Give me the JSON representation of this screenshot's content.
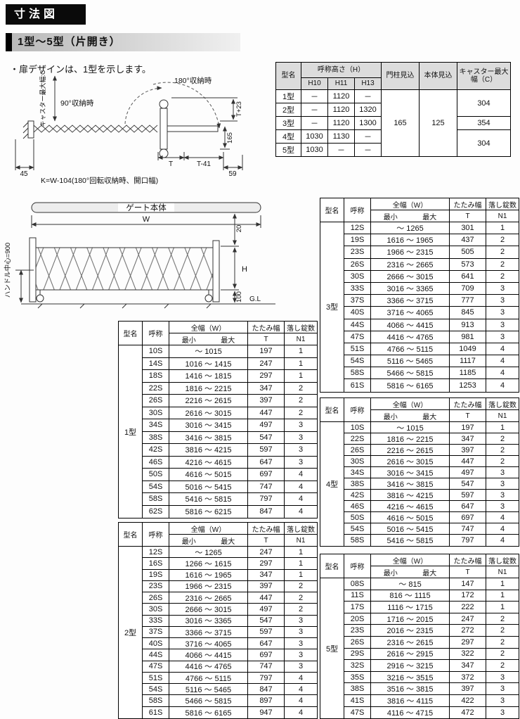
{
  "page": {
    "title": "寸法図",
    "subtitle": "1型～5型（片開き）",
    "note": "・扉デザインは、1型を示します。"
  },
  "diagram_plan": {
    "label_180": "180°収納時",
    "label_90": "90°収納時",
    "caster_label": "キャスター最大幅:C",
    "dim_t23": "T+23",
    "dim_165": "165",
    "dim_t": "T",
    "dim_t41": "T-41",
    "dim_59": "59",
    "dim_45": "45",
    "formula": "K=W-104(180°回転収納時、開口幅)"
  },
  "diagram_gate": {
    "title": "ゲート本体",
    "dim_w": "W",
    "dim_20": "20",
    "dim_h": "H",
    "dim_100": "100",
    "gl": "G.L",
    "handle_label": "ハンドル中心=900"
  },
  "spec_table": {
    "h_model": "型名",
    "h_height": "呼称高さ（H）",
    "h_cols": [
      "H10",
      "H11",
      "H13"
    ],
    "h_post": "門柱見込",
    "h_body": "本体見込",
    "h_caster": "キャスター最大幅（C）",
    "rows": [
      {
        "model": "1型",
        "h10": "－",
        "h11": "1120",
        "h13": "－"
      },
      {
        "model": "2型",
        "h10": "－",
        "h11": "1120",
        "h13": "1320"
      },
      {
        "model": "3型",
        "h10": "－",
        "h11": "1120",
        "h13": "1300"
      },
      {
        "model": "4型",
        "h10": "1030",
        "h11": "1130",
        "h13": "－"
      },
      {
        "model": "5型",
        "h10": "1030",
        "h11": "－",
        "h13": "－"
      }
    ],
    "post_value": "165",
    "body_value": "125",
    "caster_values": [
      "304",
      "354",
      "304"
    ]
  },
  "dim_headers": {
    "model": "型名",
    "size": "呼称",
    "width": "全幅（W）",
    "min": "最小",
    "max": "最大",
    "fold": "たたみ幅",
    "t": "T",
    "locks": "落し錠数",
    "n1": "N1"
  },
  "dim_tables": [
    {
      "model": "1型",
      "rows": [
        {
          "size": "10S",
          "range": "～ 1015",
          "t": "197",
          "n1": "1"
        },
        {
          "size": "14S",
          "range": "1016 ～ 1415",
          "t": "247",
          "n1": "1"
        },
        {
          "size": "18S",
          "range": "1416 ～ 1815",
          "t": "297",
          "n1": "1"
        },
        {
          "size": "22S",
          "range": "1816 ～ 2215",
          "t": "347",
          "n1": "2"
        },
        {
          "size": "26S",
          "range": "2216 ～ 2615",
          "t": "397",
          "n1": "2"
        },
        {
          "size": "30S",
          "range": "2616 ～ 3015",
          "t": "447",
          "n1": "2"
        },
        {
          "size": "34S",
          "range": "3016 ～ 3415",
          "t": "497",
          "n1": "3"
        },
        {
          "size": "38S",
          "range": "3416 ～ 3815",
          "t": "547",
          "n1": "3"
        },
        {
          "size": "42S",
          "range": "3816 ～ 4215",
          "t": "597",
          "n1": "3"
        },
        {
          "size": "46S",
          "range": "4216 ～ 4615",
          "t": "647",
          "n1": "3"
        },
        {
          "size": "50S",
          "range": "4616 ～ 5015",
          "t": "697",
          "n1": "4"
        },
        {
          "size": "54S",
          "range": "5016 ～ 5415",
          "t": "747",
          "n1": "4"
        },
        {
          "size": "58S",
          "range": "5416 ～ 5815",
          "t": "797",
          "n1": "4"
        },
        {
          "size": "62S",
          "range": "5816 ～ 6215",
          "t": "847",
          "n1": "4"
        }
      ]
    },
    {
      "model": "2型",
      "rows": [
        {
          "size": "12S",
          "range": "～ 1265",
          "t": "247",
          "n1": "1"
        },
        {
          "size": "16S",
          "range": "1266 ～ 1615",
          "t": "297",
          "n1": "1"
        },
        {
          "size": "19S",
          "range": "1616 ～ 1965",
          "t": "347",
          "n1": "1"
        },
        {
          "size": "23S",
          "range": "1966 ～ 2315",
          "t": "397",
          "n1": "2"
        },
        {
          "size": "26S",
          "range": "2316 ～ 2665",
          "t": "447",
          "n1": "2"
        },
        {
          "size": "30S",
          "range": "2666 ～ 3015",
          "t": "497",
          "n1": "2"
        },
        {
          "size": "33S",
          "range": "3016 ～ 3365",
          "t": "547",
          "n1": "3"
        },
        {
          "size": "37S",
          "range": "3366 ～ 3715",
          "t": "597",
          "n1": "3"
        },
        {
          "size": "40S",
          "range": "3716 ～ 4065",
          "t": "647",
          "n1": "3"
        },
        {
          "size": "44S",
          "range": "4066 ～ 4415",
          "t": "697",
          "n1": "3"
        },
        {
          "size": "47S",
          "range": "4416 ～ 4765",
          "t": "747",
          "n1": "3"
        },
        {
          "size": "51S",
          "range": "4766 ～ 5115",
          "t": "797",
          "n1": "4"
        },
        {
          "size": "54S",
          "range": "5116 ～ 5465",
          "t": "847",
          "n1": "4"
        },
        {
          "size": "58S",
          "range": "5466 ～ 5815",
          "t": "897",
          "n1": "4"
        },
        {
          "size": "61S",
          "range": "5816 ～ 6165",
          "t": "947",
          "n1": "4"
        }
      ]
    },
    {
      "model": "3型",
      "rows": [
        {
          "size": "12S",
          "range": "～ 1265",
          "t": "301",
          "n1": "1"
        },
        {
          "size": "19S",
          "range": "1616 ～ 1965",
          "t": "437",
          "n1": "2"
        },
        {
          "size": "23S",
          "range": "1966 ～ 2315",
          "t": "505",
          "n1": "2"
        },
        {
          "size": "26S",
          "range": "2316 ～ 2665",
          "t": "573",
          "n1": "2"
        },
        {
          "size": "30S",
          "range": "2666 ～ 3015",
          "t": "641",
          "n1": "2"
        },
        {
          "size": "33S",
          "range": "3016 ～ 3365",
          "t": "709",
          "n1": "3"
        },
        {
          "size": "37S",
          "range": "3366 ～ 3715",
          "t": "777",
          "n1": "3"
        },
        {
          "size": "40S",
          "range": "3716 ～ 4065",
          "t": "845",
          "n1": "3"
        },
        {
          "size": "44S",
          "range": "4066 ～ 4415",
          "t": "913",
          "n1": "3"
        },
        {
          "size": "47S",
          "range": "4416 ～ 4765",
          "t": "981",
          "n1": "3"
        },
        {
          "size": "51S",
          "range": "4766 ～ 5115",
          "t": "1049",
          "n1": "4"
        },
        {
          "size": "54S",
          "range": "5116 ～ 5465",
          "t": "1117",
          "n1": "4"
        },
        {
          "size": "58S",
          "range": "5466 ～ 5815",
          "t": "1185",
          "n1": "4"
        },
        {
          "size": "61S",
          "range": "5816 ～ 6165",
          "t": "1253",
          "n1": "4"
        }
      ]
    },
    {
      "model": "4型",
      "rows": [
        {
          "size": "10S",
          "range": "～ 1015",
          "t": "197",
          "n1": "1"
        },
        {
          "size": "22S",
          "range": "1816 ～ 2215",
          "t": "347",
          "n1": "2"
        },
        {
          "size": "26S",
          "range": "2216 ～ 2615",
          "t": "397",
          "n1": "2"
        },
        {
          "size": "30S",
          "range": "2616 ～ 3015",
          "t": "447",
          "n1": "2"
        },
        {
          "size": "34S",
          "range": "3016 ～ 3415",
          "t": "497",
          "n1": "3"
        },
        {
          "size": "38S",
          "range": "3416 ～ 3815",
          "t": "547",
          "n1": "3"
        },
        {
          "size": "42S",
          "range": "3816 ～ 4215",
          "t": "597",
          "n1": "3"
        },
        {
          "size": "46S",
          "range": "4216 ～ 4615",
          "t": "647",
          "n1": "3"
        },
        {
          "size": "50S",
          "range": "4616 ～ 5015",
          "t": "697",
          "n1": "4"
        },
        {
          "size": "54S",
          "range": "5016 ～ 5415",
          "t": "747",
          "n1": "4"
        },
        {
          "size": "58S",
          "range": "5416 ～ 5815",
          "t": "797",
          "n1": "4"
        }
      ]
    },
    {
      "model": "5型",
      "rows": [
        {
          "size": "08S",
          "range": "～ 815",
          "t": "147",
          "n1": "1"
        },
        {
          "size": "11S",
          "range": "816 ～ 1115",
          "t": "172",
          "n1": "1"
        },
        {
          "size": "17S",
          "range": "1116 ～ 1715",
          "t": "222",
          "n1": "1"
        },
        {
          "size": "20S",
          "range": "1716 ～ 2015",
          "t": "247",
          "n1": "2"
        },
        {
          "size": "23S",
          "range": "2016 ～ 2315",
          "t": "272",
          "n1": "2"
        },
        {
          "size": "26S",
          "range": "2316 ～ 2615",
          "t": "297",
          "n1": "2"
        },
        {
          "size": "29S",
          "range": "2616 ～ 2915",
          "t": "322",
          "n1": "2"
        },
        {
          "size": "32S",
          "range": "2916 ～ 3215",
          "t": "347",
          "n1": "2"
        },
        {
          "size": "35S",
          "range": "3216 ～ 3515",
          "t": "372",
          "n1": "3"
        },
        {
          "size": "38S",
          "range": "3516 ～ 3815",
          "t": "397",
          "n1": "3"
        },
        {
          "size": "41S",
          "range": "3816 ～ 4115",
          "t": "422",
          "n1": "3"
        },
        {
          "size": "47S",
          "range": "4116 ～ 4715",
          "t": "472",
          "n1": "3"
        }
      ]
    }
  ]
}
